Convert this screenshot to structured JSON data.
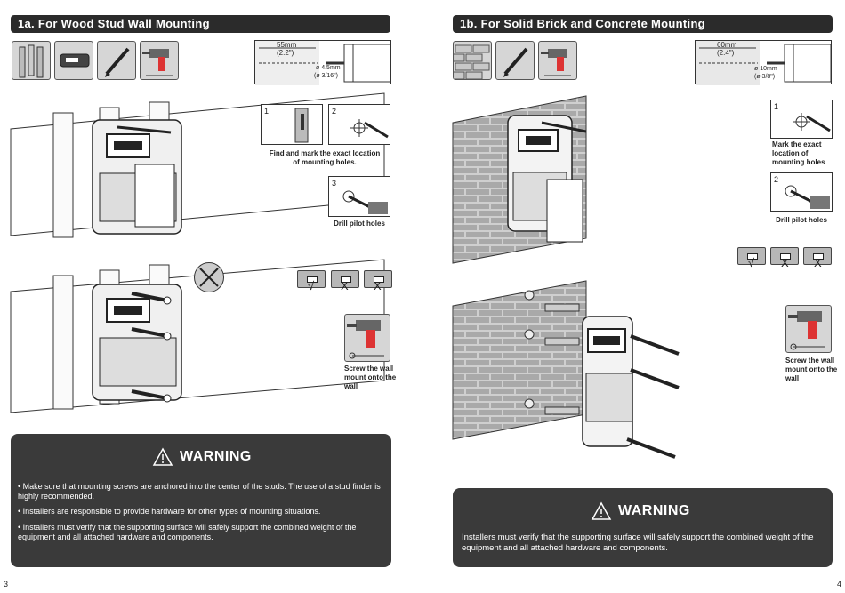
{
  "left": {
    "title": "1a. For Wood Stud Wall Mounting",
    "drill_spec": {
      "depth": "55mm",
      "depth_in": "(2.2\")",
      "dia": "ø 4.5mm",
      "dia_in": "(ø 3/16\")"
    },
    "steps": [
      {
        "num": "1"
      },
      {
        "num": "2"
      },
      {
        "num": "3"
      }
    ],
    "caption_mark": "Find and mark the exact location of mounting holes.",
    "caption_drill": "Drill pilot holes",
    "caption_screw": "Screw the wall mount onto the wall",
    "level_marks": [
      "√",
      "X",
      "X"
    ],
    "warning": {
      "title": "WARNING",
      "items": [
        "• Make sure that mounting screws are anchored into the center of the studs. The use of a stud finder is highly recommended.",
        "• Installers are responsible to provide hardware for other types of mounting situations.",
        "• Installers must verify that the supporting surface will safely support the combined weight of the equipment and all attached hardware and components."
      ]
    },
    "page": "3"
  },
  "right": {
    "title": "1b. For Solid Brick and Concrete Mounting",
    "drill_spec": {
      "depth": "60mm",
      "depth_in": "(2.4\")",
      "dia": "ø 10mm",
      "dia_in": "(ø 3/8\")"
    },
    "steps": [
      {
        "num": "1"
      },
      {
        "num": "2"
      }
    ],
    "caption_mark": "Mark the exact location of mounting holes",
    "caption_drill": "Drill pilot holes",
    "caption_screw": "Screw the wall mount onto the wall",
    "level_marks": [
      "√",
      "X",
      "X"
    ],
    "warning": {
      "title": "WARNING",
      "text": "Installers must verify that the supporting surface will safely support the combined weight of the equipment and all attached hardware and components."
    },
    "page": "4"
  }
}
